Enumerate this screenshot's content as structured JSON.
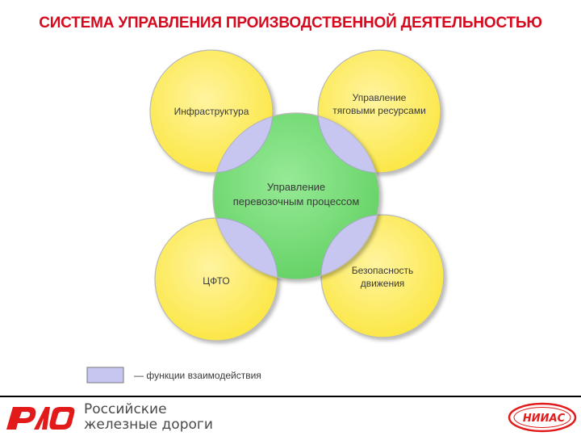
{
  "title": "СИСТЕМА УПРАВЛЕНИЯ ПРОИЗВОДСТВЕННОЙ ДЕЯТЕЛЬНОСТЬЮ",
  "diagram": {
    "center": {
      "line1": "Управление",
      "line2": "перевозочным процессом"
    },
    "top_left": {
      "line1": "Инфраструктура"
    },
    "top_right": {
      "line1": "Управление",
      "line2": "тяговыми ресурсами"
    },
    "bottom_left": {
      "line1": "ЦФТО"
    },
    "bottom_right": {
      "line1": "Безопасность",
      "line2": "движения"
    }
  },
  "legend": {
    "text": "— функции взаимодействия"
  },
  "colors": {
    "title": "#d6091e",
    "outer_circle": "#fff06a",
    "center_circle": "#7ee07e",
    "interaction": "#c6c6f0"
  },
  "footer": {
    "rzd_logo_text": "РЖД",
    "rzd_line1": "Российские",
    "rzd_line2": "железные дороги",
    "niias_logo_text": "НИИАС"
  }
}
